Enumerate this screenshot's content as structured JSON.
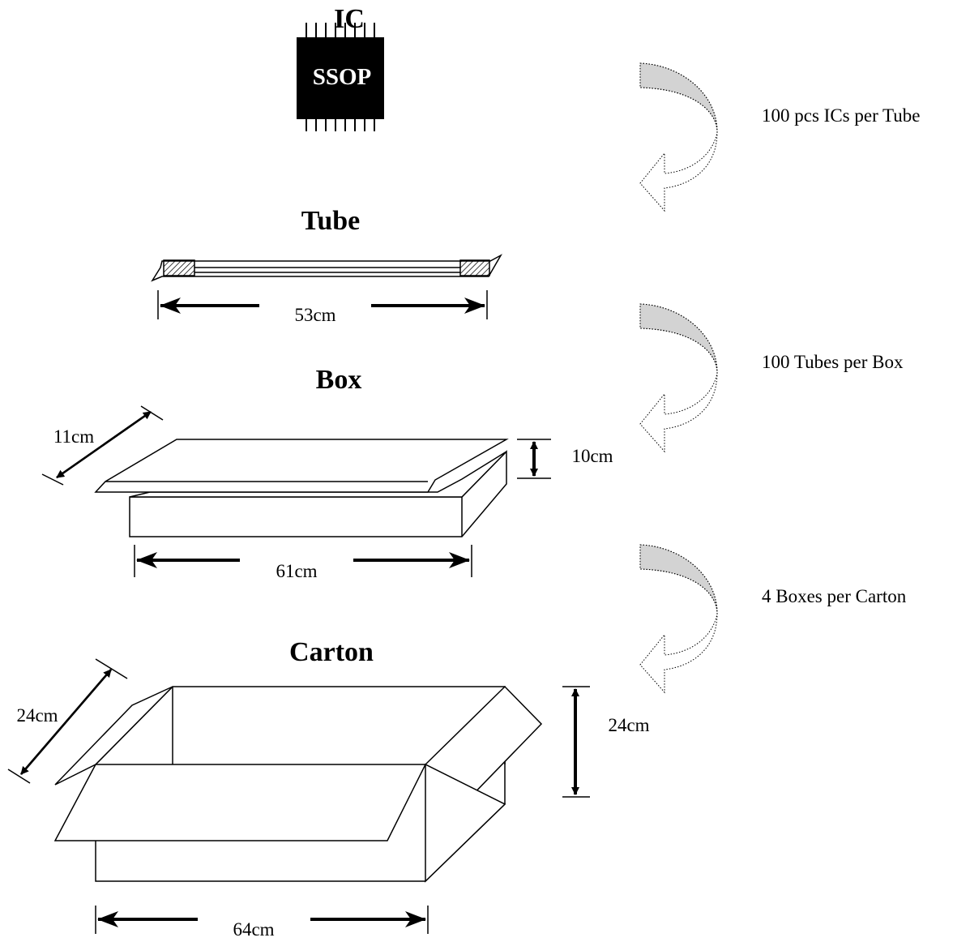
{
  "ic": {
    "title": "IC",
    "package": "SSOP"
  },
  "tube": {
    "title": "Tube",
    "length": "53cm"
  },
  "box": {
    "title": "Box",
    "depth": "11cm",
    "height": "10cm",
    "length": "61cm"
  },
  "carton": {
    "title": "Carton",
    "depth": "24cm",
    "height": "24cm",
    "length": "64cm"
  },
  "steps": [
    {
      "text": "100 pcs ICs per Tube"
    },
    {
      "text": "100 Tubes per Box"
    },
    {
      "text": "4 Boxes per Carton"
    }
  ],
  "colors": {
    "line": "#000000",
    "arrow_fill": "#d3d3d3",
    "chip": "#000000"
  }
}
